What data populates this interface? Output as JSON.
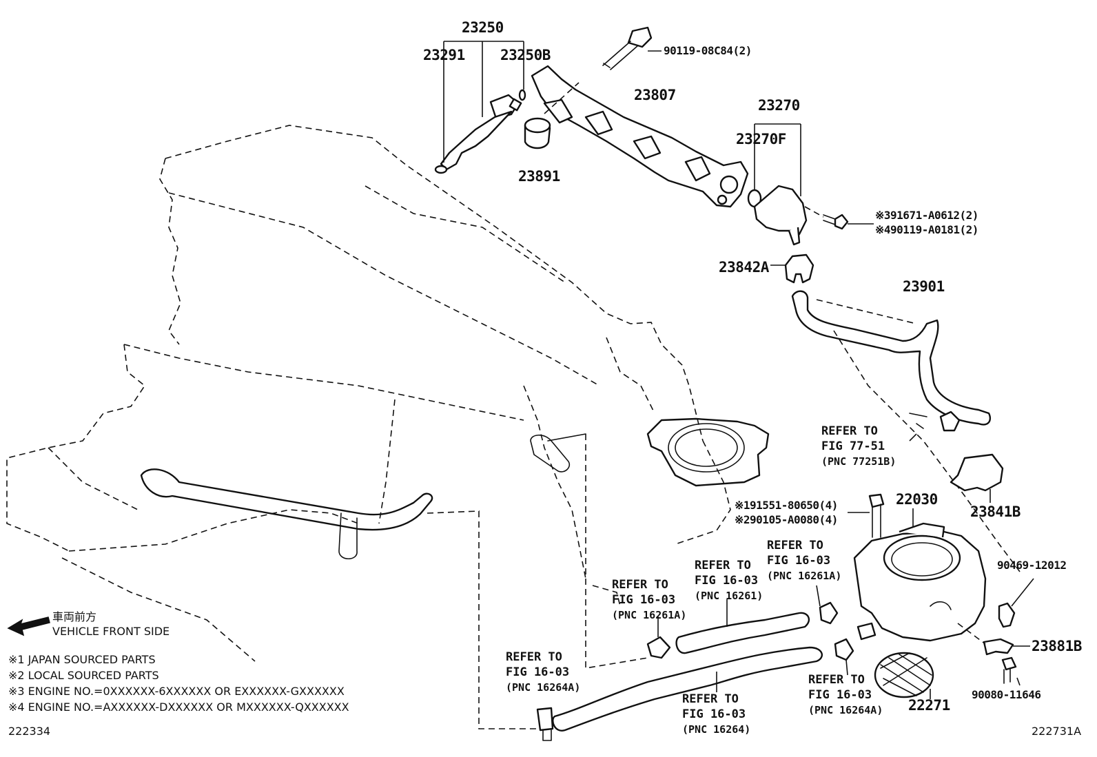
{
  "parts": {
    "p23250": "23250",
    "p23291": "23291",
    "p23250B": "23250B",
    "p90119_08C84": "90119-08C84(2)",
    "p23807": "23807",
    "p23891": "23891",
    "p23270": "23270",
    "p23270F": "23270F",
    "p91671": "※391671-A0612(2)",
    "p90119_A0181": "※490119-A0181(2)",
    "p23842A": "23842A",
    "p23901": "23901",
    "p23841B": "23841B",
    "p91551": "※191551-80650(4)",
    "p90105": "※290105-A0080(4)",
    "p22030": "22030",
    "p90469": "90469-12012",
    "p23881B": "23881B",
    "p90080": "90080-11646",
    "p22271": "22271"
  },
  "refs": {
    "r1": {
      "line1": "REFER TO",
      "line2": "FIG 77-51",
      "pnc": "(PNC 77251B)"
    },
    "r2": {
      "line1": "REFER TO",
      "line2": "FIG 16-03",
      "pnc": "(PNC 16261A)"
    },
    "r3": {
      "line1": "REFER TO",
      "line2": "FIG 16-03",
      "pnc": "(PNC 16261)"
    },
    "r4": {
      "line1": "REFER TO",
      "line2": "FIG 16-03",
      "pnc": "(PNC 16261A)"
    },
    "r5": {
      "line1": "REFER TO",
      "line2": "FIG 16-03",
      "pnc": "(PNC 16264A)"
    },
    "r6": {
      "line1": "REFER TO",
      "line2": "FIG 16-03",
      "pnc": "(PNC 16264)"
    },
    "r7": {
      "line1": "REFER TO",
      "line2": "FIG 16-03",
      "pnc": "(PNC 16264A)"
    }
  },
  "direction": {
    "jp": "車両前方",
    "en": "VEHICLE FRONT SIDE"
  },
  "notes": [
    "※1 JAPAN SOURCED PARTS",
    "※2 LOCAL SOURCED PARTS",
    "※3 ENGINE NO.=0XXXXXX-6XXXXXX OR EXXXXXX-GXXXXXX",
    "※4 ENGINE NO.=AXXXXXX-DXXXXXX OR MXXXXXX-QXXXXXX"
  ],
  "codes": {
    "left": "222334",
    "right": "222731A"
  }
}
